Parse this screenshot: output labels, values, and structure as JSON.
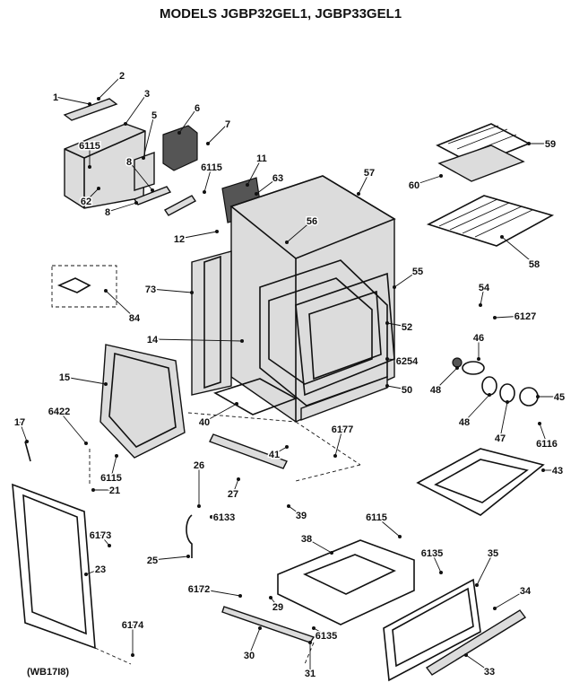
{
  "title": "MODELS JGBP32GEL1, JGBP33GEL1",
  "footer_code": "(WB17I8)",
  "callouts": [
    "1",
    "2",
    "3",
    "5",
    "6",
    "7",
    "8",
    "8",
    "6115",
    "6115",
    "11",
    "63",
    "57",
    "59",
    "60",
    "58",
    "62",
    "12",
    "56",
    "55",
    "54",
    "6127",
    "73",
    "84",
    "52",
    "14",
    "6254",
    "46",
    "48",
    "48",
    "47",
    "45",
    "15",
    "40",
    "50",
    "6116",
    "17",
    "6422",
    "41",
    "6177",
    "43",
    "6115",
    "21",
    "26",
    "27",
    "6133",
    "39",
    "6115",
    "38",
    "6135",
    "35",
    "6173",
    "23",
    "25",
    "6172",
    "29",
    "34",
    "6174",
    "30",
    "6135",
    "31",
    "33"
  ]
}
